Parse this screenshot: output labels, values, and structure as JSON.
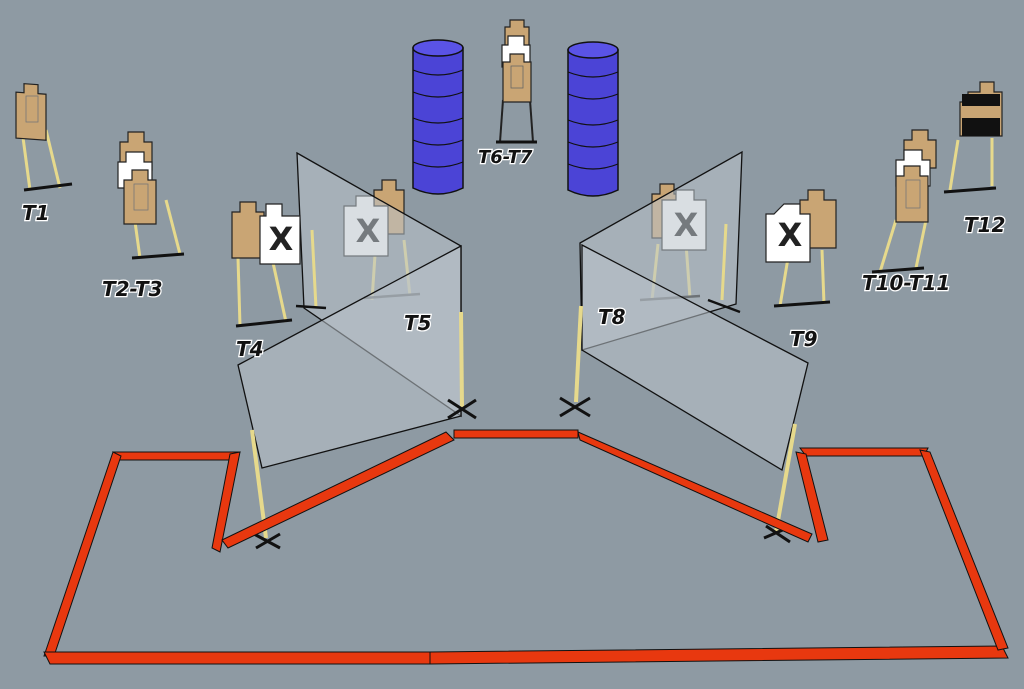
{
  "scene": {
    "background_color": "#8e9aa3",
    "fault_line_color": "#e8380f",
    "barrel_color": "#4b44d6",
    "target_color": "#c9a574",
    "noshoot_color": "#ffffff",
    "wall_color": "#b9c2ca"
  },
  "labels": {
    "t1": "T1",
    "t2_t3": "T2-T3",
    "t4": "T4",
    "t5": "T5",
    "t6_t7": "T6-T7",
    "t8": "T8",
    "t9": "T9",
    "t10_t11": "T10-T11",
    "t12": "T12"
  },
  "noshoot_mark": "X"
}
